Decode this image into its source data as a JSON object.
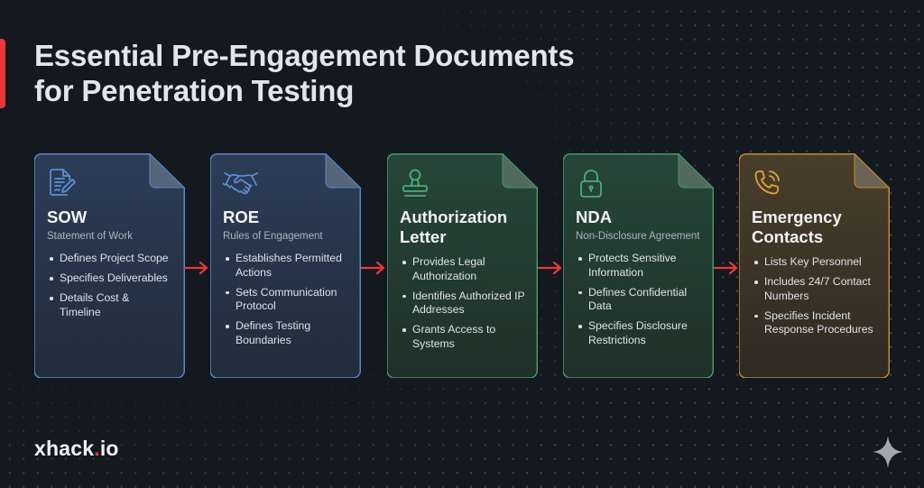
{
  "title": {
    "line1": "Essential Pre-Engagement Documents",
    "line2": "for Penetration Testing"
  },
  "colors": {
    "background": "#14181f",
    "accent_red": "#e5393b",
    "blue": "#4f80c2",
    "green": "#3f9a6a",
    "amber": "#c58a2e"
  },
  "cards": [
    {
      "icon": "document-edit-icon",
      "title": "SOW",
      "subtitle": "Statement of Work",
      "bullets": [
        "Defines Project Scope",
        "Specifies Deliverables",
        "Details Cost & Timeline"
      ]
    },
    {
      "icon": "handshake-icon",
      "title": "ROE",
      "subtitle": "Rules of Engagement",
      "bullets": [
        "Establishes Permitted Actions",
        "Sets Communication Protocol",
        "Defines Testing Boundaries"
      ]
    },
    {
      "icon": "stamp-icon",
      "title": "Authorization Letter",
      "subtitle": "",
      "bullets": [
        "Provides Legal Authorization",
        "Identifies Authorized IP Addresses",
        "Grants Access to Systems"
      ]
    },
    {
      "icon": "padlock-icon",
      "title": "NDA",
      "subtitle": "Non-Disclosure Agreement",
      "bullets": [
        "Protects Sensitive Information",
        "Defines Confidential Data",
        "Specifies Disclosure Restrictions"
      ]
    },
    {
      "icon": "phone-ringing-icon",
      "title": "Emergency Contacts",
      "subtitle": "",
      "bullets": [
        "Lists Key Personnel",
        "Includes 24/7 Contact Numbers",
        "Specifies Incident Response Procedures"
      ]
    }
  ],
  "arrows": [
    "arrow-right-icon",
    "arrow-right-icon",
    "arrow-right-icon",
    "arrow-right-icon"
  ],
  "logo": {
    "name": "xhack",
    "dot": ".",
    "tld": "io"
  },
  "corner_icon": "sparkle-icon"
}
